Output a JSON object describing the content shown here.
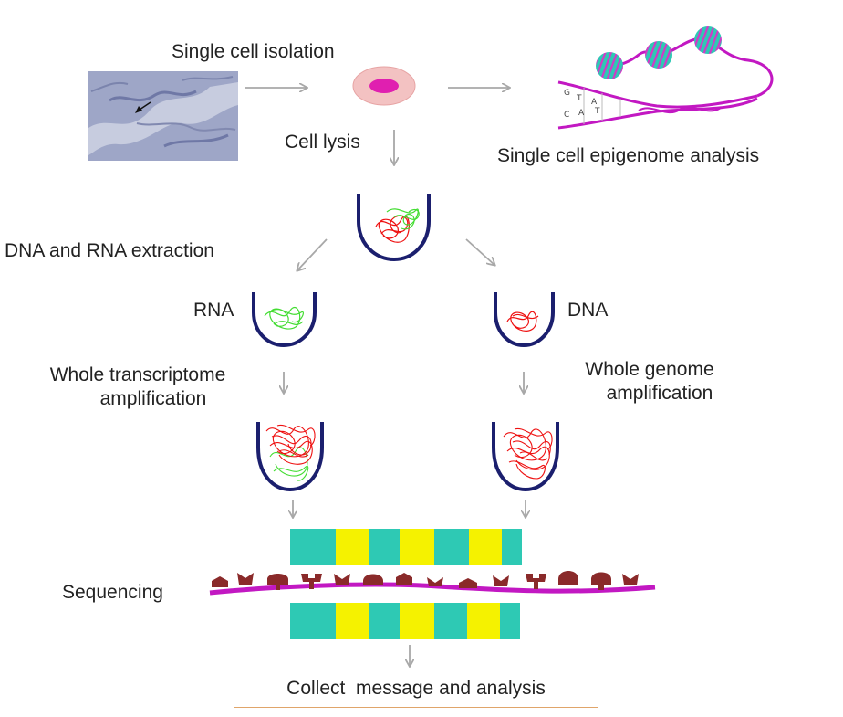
{
  "labels": {
    "single_cell_isolation": "Single cell isolation",
    "cell_lysis": "Cell lysis",
    "single_cell_epigenome": "Single cell epigenome analysis",
    "dna_rna_extraction": "DNA and RNA extraction",
    "rna": "RNA",
    "dna": "DNA",
    "wta_line1": "Whole transcriptome",
    "wta_line2": "amplification",
    "wga_line1": "Whole genome",
    "wga_line2": "amplification",
    "sequencing": "Sequencing",
    "collect": "Collect  message and analysis"
  },
  "colors": {
    "tube": "#1b1f6e",
    "arrow": "#a8a8a8",
    "rna_strand": "#44dd33",
    "dna_strand": "#ee1111",
    "teal_block": "#2ec9b4",
    "yellow_block": "#f5f200",
    "nucleotide": "#8a2a2a",
    "backbone": "#c218c2",
    "cell_outer": "#f3c2c2",
    "cell_nucleus": "#e01fb0",
    "box_border": "#e0a56a"
  },
  "icons": {
    "tissue": "tissue-section-image",
    "cell": "cell-icon",
    "chromatin": "chromatin-icon"
  }
}
